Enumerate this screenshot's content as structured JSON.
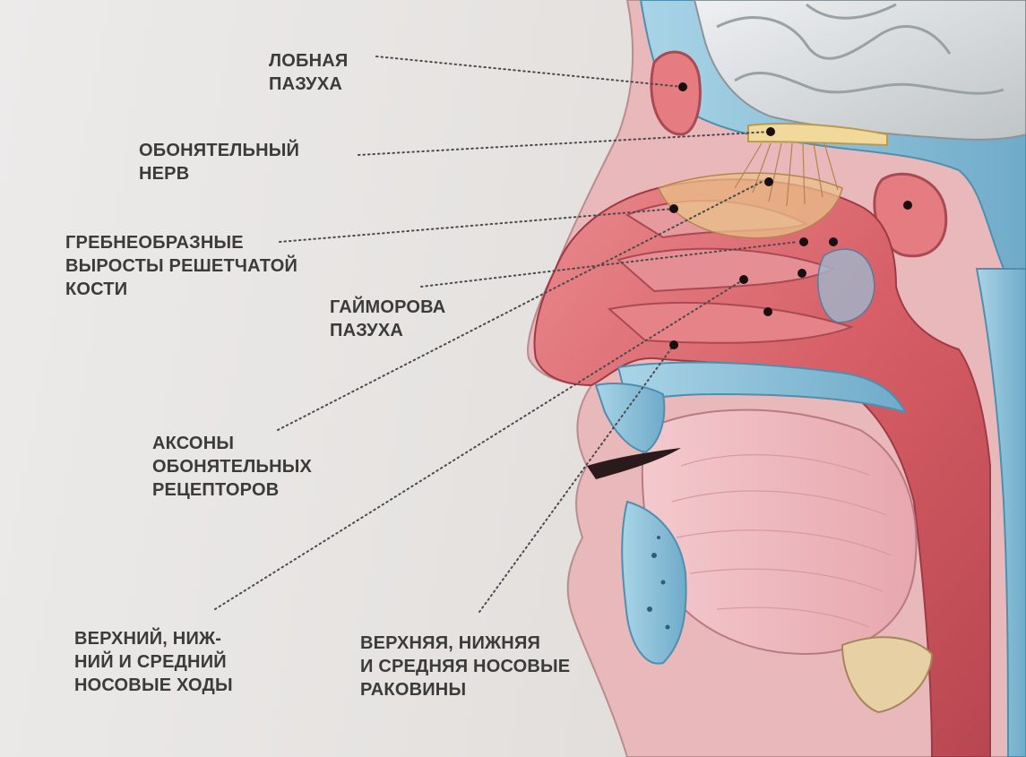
{
  "labels": {
    "frontal_sinus": [
      "ЛОБНАЯ",
      "ПАЗУХА"
    ],
    "olfactory_nerve": [
      "ОБОНЯТЕЛЬНЫЙ",
      "НЕРВ"
    ],
    "ethmoid_crests": [
      "ГРЕБНЕОБРАЗНЫЕ",
      "ВЫРОСТЫ РЕШЕТЧАТОЙ",
      "КОСТИ"
    ],
    "maxillary_sinus": [
      "ГАЙМОРОВА",
      "ПАЗУХА"
    ],
    "receptor_axons": [
      "АКСОНЫ",
      "ОБОНЯТЕЛЬНЫХ",
      "РЕЦЕПТОРОВ"
    ],
    "nasal_passages": [
      "ВЕРХНИЙ, НИЖ-",
      "НИЙ И СРЕДНИЙ",
      "НОСОВЫЕ ХОДЫ"
    ],
    "nasal_conchae": [
      "ВЕРХНЯЯ, НИЖНЯЯ",
      "И СРЕДНЯЯ НОСОВЫЕ",
      "РАКОВИНЫ"
    ]
  },
  "colors": {
    "background": "#e6e3e1",
    "label_text": "#3b3b3b",
    "bone_blue": "#8cc3dc",
    "mucosa_red": "#d9656c",
    "tissue_pink": "#efb9bf",
    "brain_gray": "#d7d9da",
    "nerve_yellow": "#f0d99a"
  }
}
